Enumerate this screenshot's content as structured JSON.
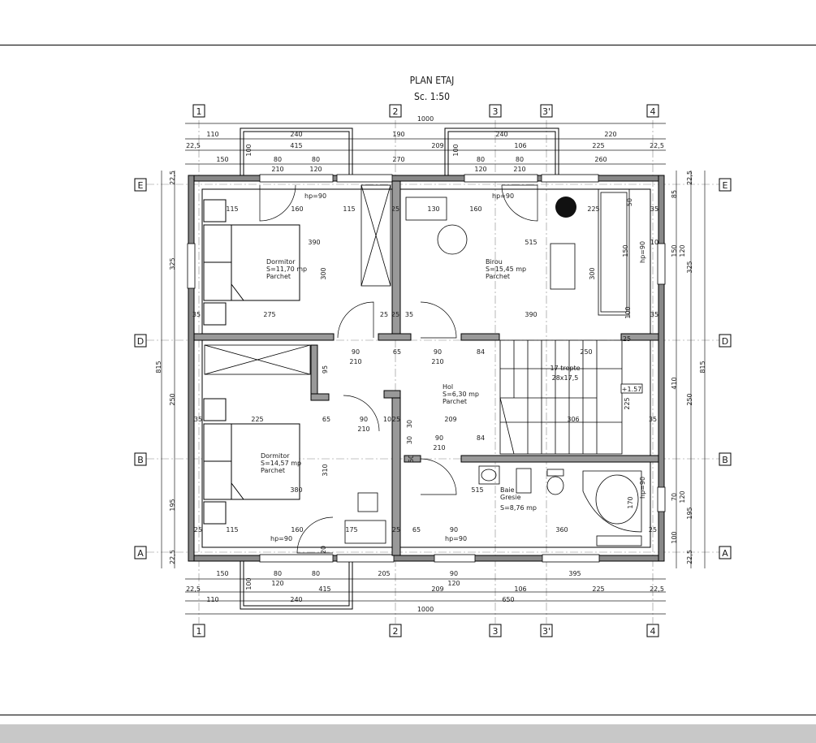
{
  "title": {
    "line1": "PLAN ETAJ",
    "line2": "Sc. 1:50"
  },
  "axes": {
    "vertical": [
      "1",
      "2",
      "3",
      "3'",
      "4"
    ],
    "horizontal": [
      "E",
      "D",
      "B",
      "A"
    ]
  },
  "rooms": [
    {
      "name": "Dormitor",
      "area": "S=11,70 mp",
      "finish": "Parchet"
    },
    {
      "name": "Birou",
      "area": "S=15,45 mp",
      "finish": "Parchet"
    },
    {
      "name": "Hol",
      "area": "S=6,30 mp",
      "finish": "Parchet"
    },
    {
      "name": "Dormitor",
      "area": "S=14,57 mp",
      "finish": "Parchet"
    },
    {
      "name": "Baie",
      "finish": "Gresie",
      "area": "S=8,76 mp"
    }
  ],
  "stairs": {
    "label": "17 trepte",
    "size": "28x17,5",
    "level": "+1.57"
  },
  "openings": {
    "hp": "hp=90"
  },
  "dims_top": {
    "overall": "1000",
    "row1": [
      "110",
      "240",
      "190",
      "240",
      "220"
    ],
    "row2": [
      "22,5",
      "415",
      "209",
      "106",
      "225",
      "22,5"
    ],
    "row3": [
      "150",
      "80",
      "80",
      "270",
      "80",
      "80",
      "260"
    ],
    "row4": [
      "210",
      "120",
      "120",
      "210"
    ],
    "small": [
      "100",
      "100"
    ]
  },
  "dims_bottom": {
    "overall": "1000",
    "row1": [
      "150",
      "80",
      "80",
      "205",
      "90",
      "395"
    ],
    "row2": [
      "120",
      "120"
    ],
    "row3": [
      "22,5",
      "415",
      "209",
      "106",
      "225",
      "22,5"
    ],
    "row4": [
      "110",
      "240",
      "650"
    ],
    "small": [
      "100"
    ]
  },
  "dims_left": [
    "22,5",
    "325",
    "815",
    "250",
    "195",
    "22,5"
  ],
  "dims_right": [
    "22,5",
    "85",
    "150",
    "120",
    "325",
    "815",
    "410",
    "250",
    "70",
    "120",
    "195",
    "100",
    "22,5"
  ],
  "dims_inner": [
    "115",
    "160",
    "115",
    "25",
    "130",
    "160",
    "225",
    "50",
    "35",
    "390",
    "300",
    "515",
    "300",
    "150",
    "10",
    "35",
    "275",
    "25",
    "25",
    "35",
    "390",
    "100",
    "25",
    "35",
    "90",
    "210",
    "65",
    "90",
    "210",
    "84",
    "250",
    "95",
    "225",
    "225",
    "65",
    "90",
    "210",
    "10",
    "25",
    "209",
    "306",
    "35",
    "35",
    "90",
    "210",
    "84",
    "310",
    "380",
    "515",
    "170",
    "25",
    "115",
    "160",
    "175",
    "25",
    "65",
    "90",
    "360",
    "25",
    "30",
    "30",
    "60",
    "20"
  ]
}
